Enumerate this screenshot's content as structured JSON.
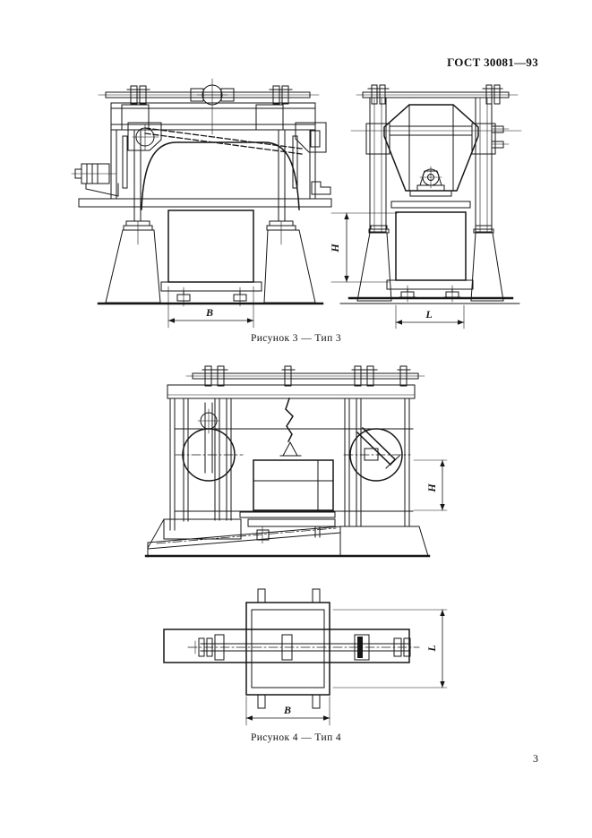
{
  "header": {
    "standard_number": "ГОСТ 30081—93"
  },
  "figures": {
    "figure3": {
      "caption": "Рисунок 3 — Тип 3",
      "front_view": {
        "width_dim": "В"
      },
      "side_view": {
        "height_dim": "Н",
        "length_dim": "L"
      }
    },
    "figure4": {
      "caption": "Рисунок 4 — Тип 4",
      "front_view": {
        "height_dim": "Н"
      },
      "plan_view": {
        "width_dim": "В",
        "length_dim": "L"
      }
    }
  },
  "footer": {
    "page_number": "3"
  }
}
